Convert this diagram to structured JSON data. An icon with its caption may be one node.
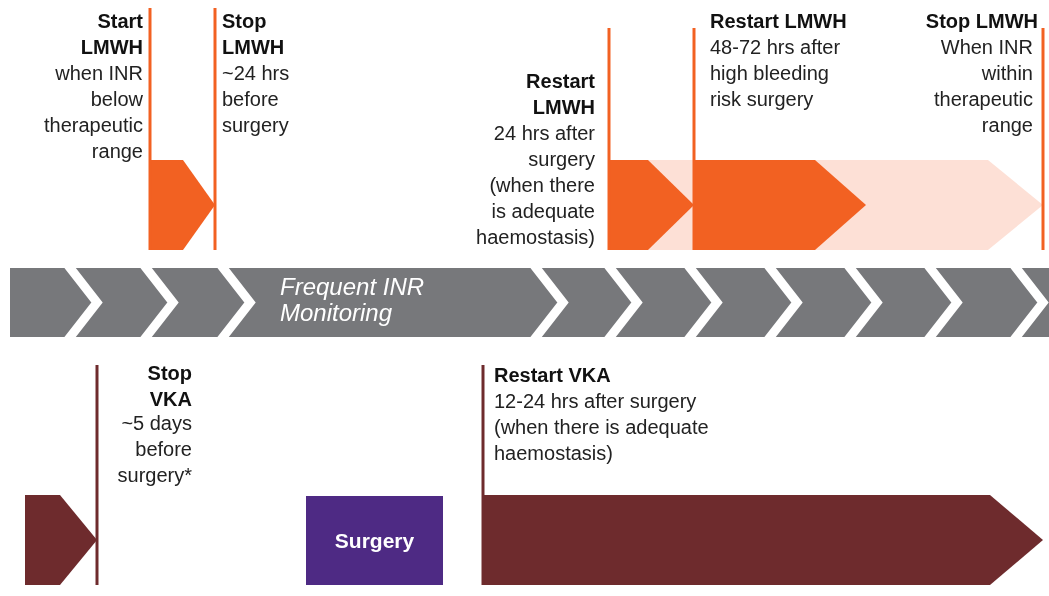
{
  "diagram": {
    "nodes": [
      {
        "text": [
          "Frequent INR Monitoring"
        ]
      },
      {
        "text": [
          "Surgery"
        ]
      }
    ],
    "edges": [],
    "labels": [
      "Start LMWH",
      "when INR below therapeutic range",
      "Stop LMWH",
      "~24 hrs before surgery",
      "Restart LMWH",
      "24 hrs after surgery (when there is adequate haemostasis)",
      "Restart LMWH",
      "48-72 hrs after high bleeding risk surgery",
      "Stop LMWH",
      "When INR within therapeutic range",
      "Stop VKA",
      "~5 days before surgery*",
      "Restart VKA",
      "12-24 hrs after surgery (when there is adequate haemostasis)"
    ]
  }
}
